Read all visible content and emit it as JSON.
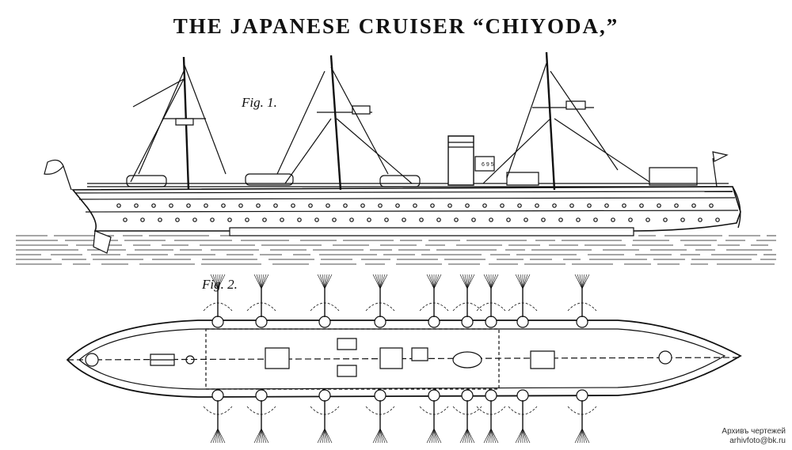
{
  "title": "THE JAPANESE CRUISER “CHIYODA,”",
  "figures": {
    "fig1_label": "Fig. 1.",
    "fig2_label": "Fig. 2.",
    "plate_text": "6 9 5"
  },
  "credit": {
    "line1": "Архивъ чертежей",
    "line2": "arhivfoto@bk.ru"
  },
  "colors": {
    "ink": "#111111",
    "paper": "#ffffff"
  }
}
